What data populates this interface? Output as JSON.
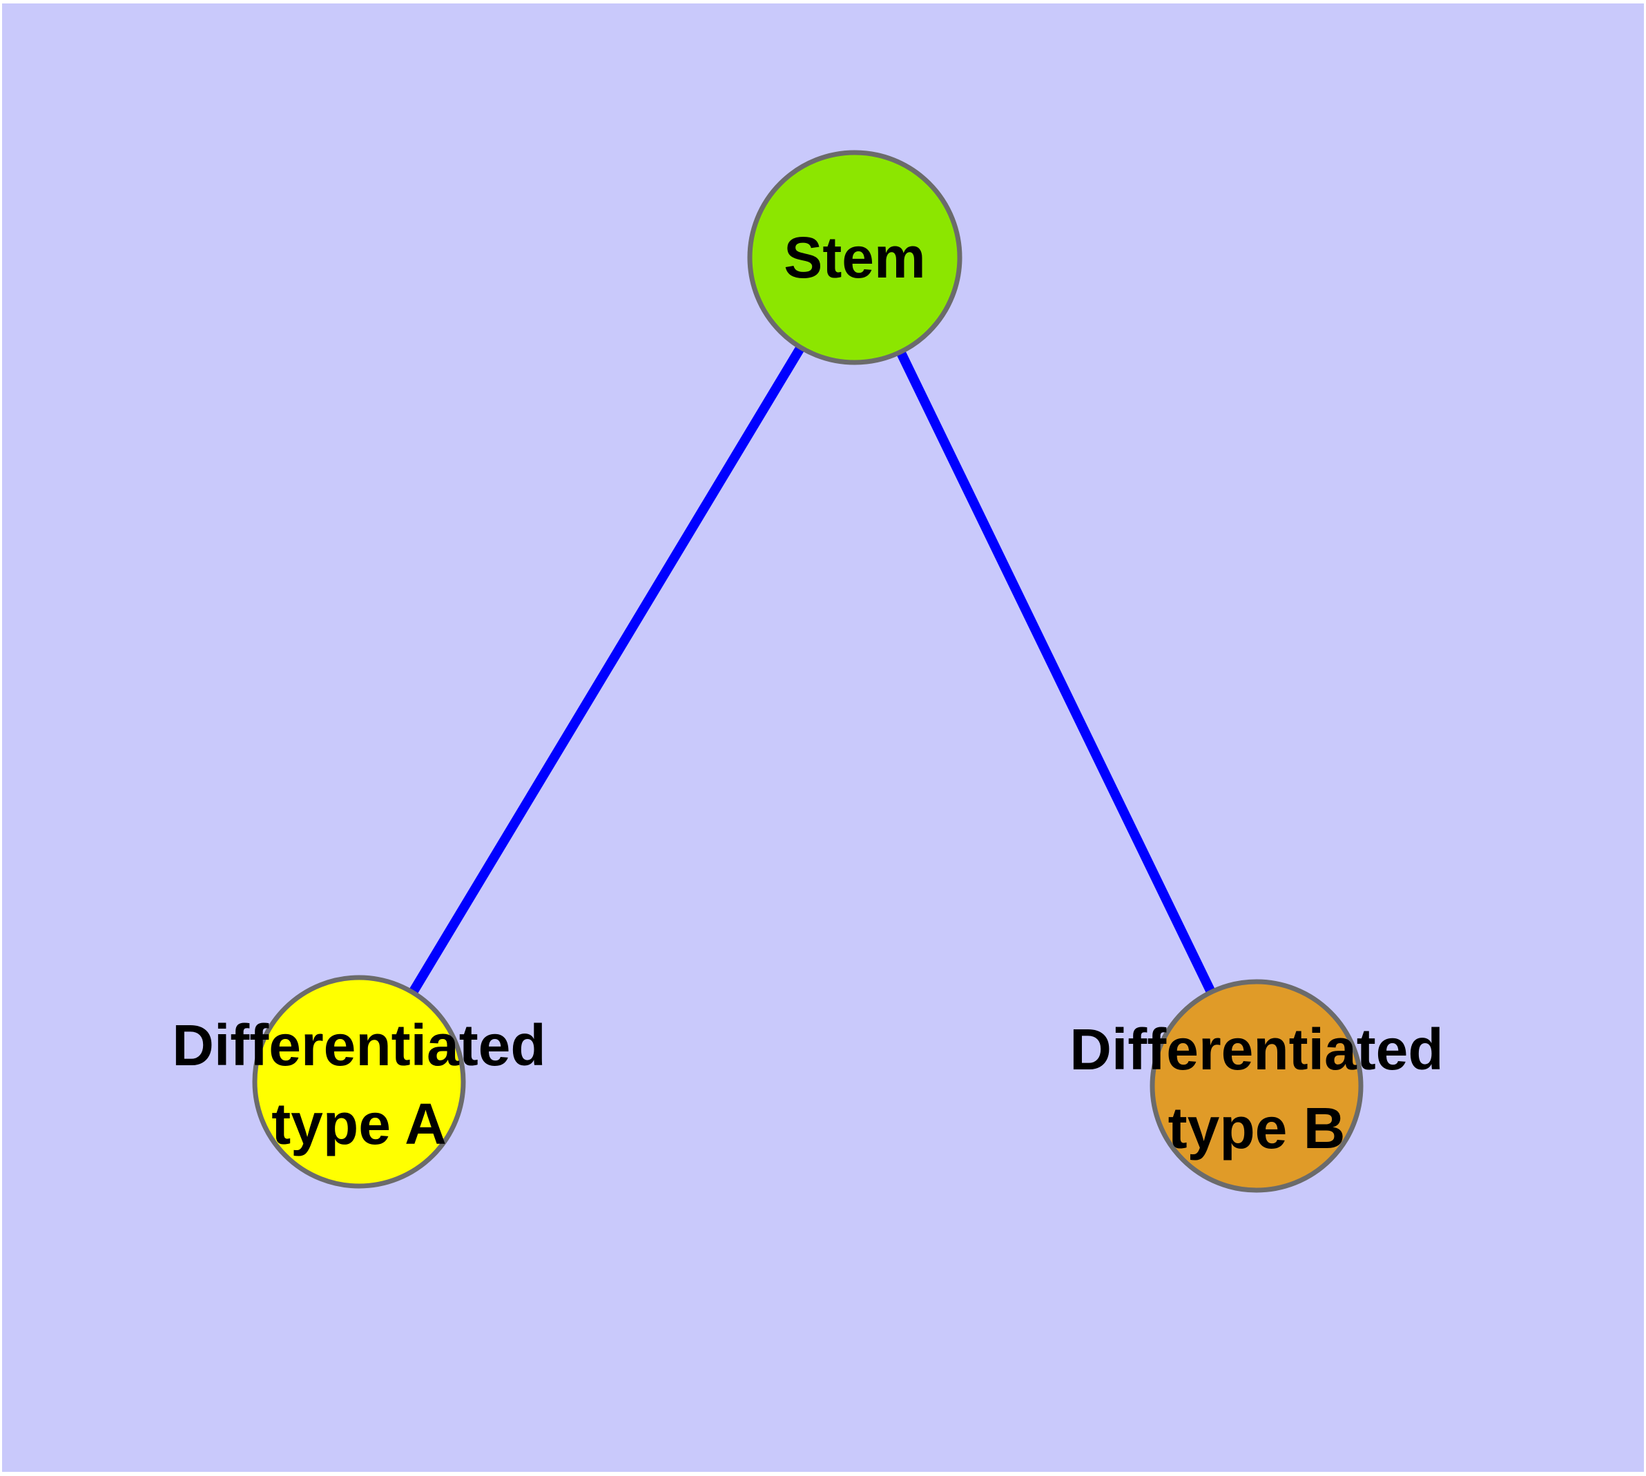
{
  "diagram": {
    "type": "node-link-graph",
    "background_color": "#C9C9FB",
    "frame_color": "#FFFFFF",
    "edge_color": "#0000FF",
    "node_border_color": "#6B6B6B",
    "label_color": "#000000",
    "nodes": {
      "stem": {
        "id": "stem",
        "label": "Stem",
        "fill_color": "#8CE600"
      },
      "type_a": {
        "id": "type_a",
        "label": "Differentiated type A",
        "label_line1": "Differentiated",
        "label_line2": "type A",
        "fill_color": "#FFFF00"
      },
      "type_b": {
        "id": "type_b",
        "label": "Differentiated type B",
        "label_line1": "Differentiated",
        "label_line2": "type B",
        "fill_color": "#E09B28"
      }
    },
    "edges": [
      {
        "from": "Stem",
        "to": "Differentiated type A"
      },
      {
        "from": "Stem",
        "to": "Differentiated type B"
      }
    ]
  }
}
